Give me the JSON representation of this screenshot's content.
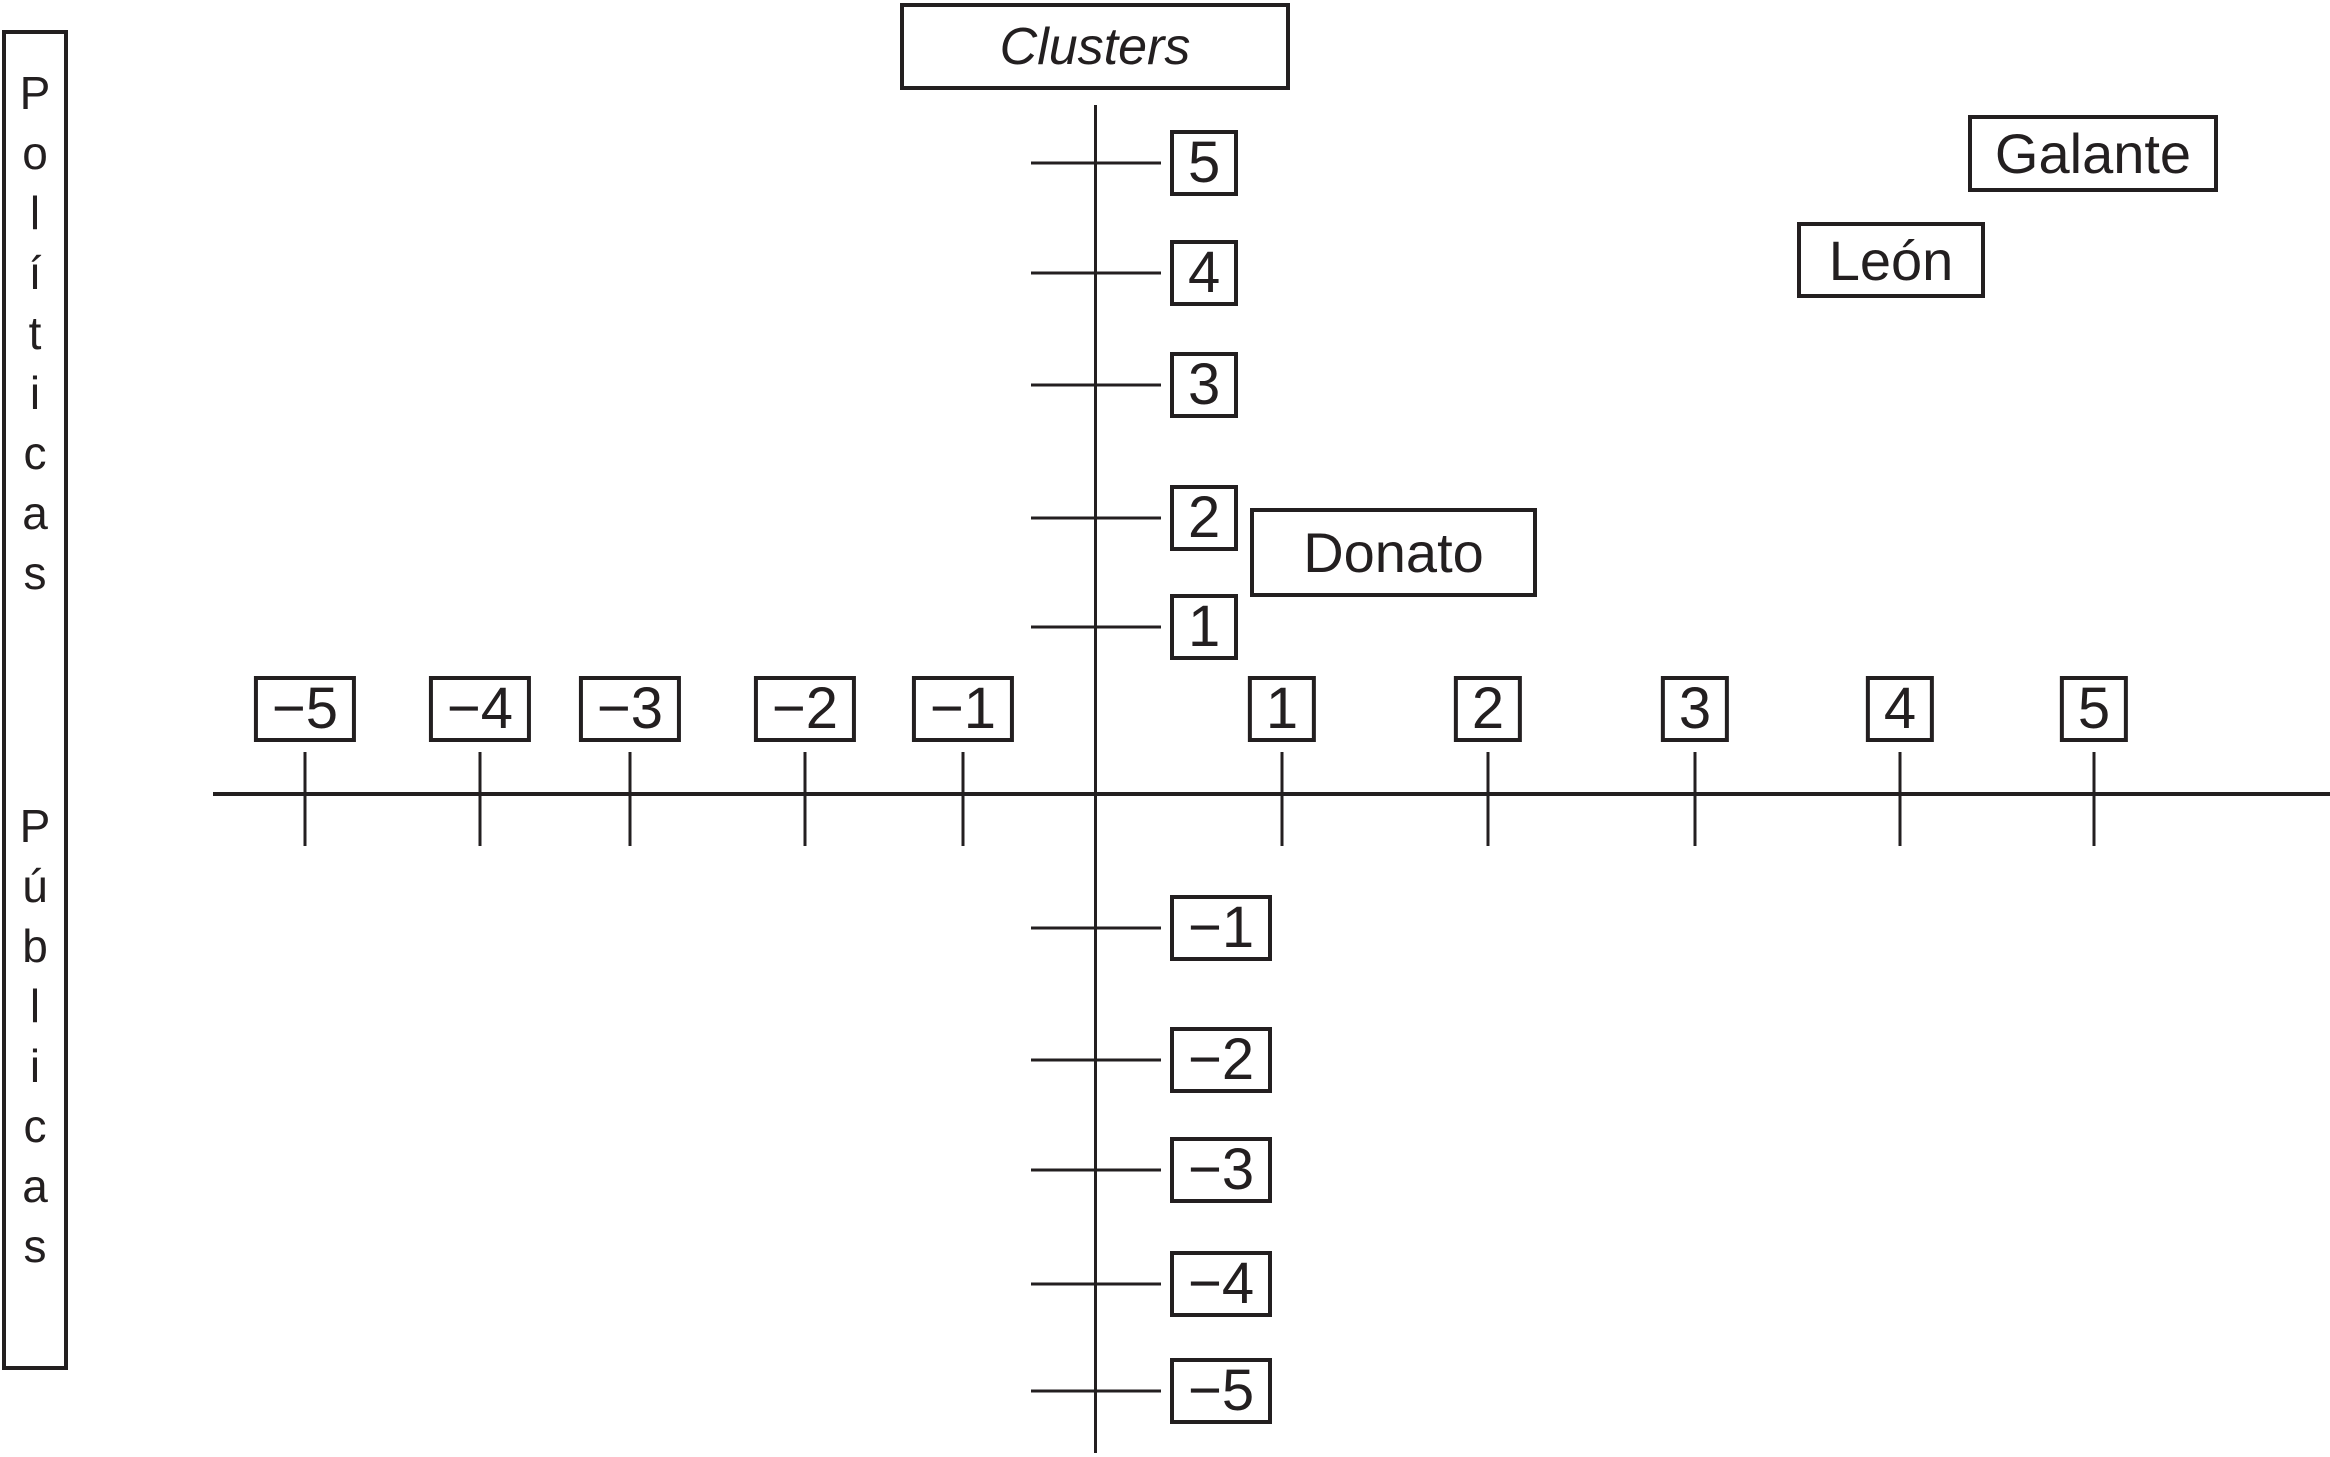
{
  "figure": {
    "title": "Clusters",
    "y_axis_word_top": "Políticas",
    "y_axis_word_bottom": "Públicas"
  },
  "axes": {
    "x": {
      "tick_labels": [
        "−5",
        "−4",
        "−3",
        "−2",
        "−1",
        "1",
        "2",
        "3",
        "4",
        "5"
      ]
    },
    "y": {
      "tick_labels": [
        "5",
        "4",
        "3",
        "2",
        "1",
        "−1",
        "−2",
        "−3",
        "−4",
        "−5"
      ]
    }
  },
  "clusters": [
    {
      "name": "Galante"
    },
    {
      "name": "León"
    },
    {
      "name": "Donato"
    }
  ],
  "colors": {
    "ink": "#231f20",
    "background": "#ffffff"
  },
  "chart_data": {
    "type": "scatter",
    "title": "Clusters",
    "xlabel": "",
    "ylabel": "Políticas Públicas",
    "xlim": [
      -5.5,
      6
    ],
    "ylim": [
      -5.5,
      5.5
    ],
    "x_ticks": [
      -5,
      -4,
      -3,
      -2,
      -1,
      1,
      2,
      3,
      4,
      5
    ],
    "y_ticks": [
      -5,
      -4,
      -3,
      -2,
      -1,
      1,
      2,
      3,
      4,
      5
    ],
    "grid": false,
    "legend_position": "none",
    "series": [
      {
        "name": "Clusters",
        "points": [
          {
            "label": "Galante",
            "x": 5,
            "y": 5
          },
          {
            "label": "León",
            "x": 4,
            "y": 4.1
          },
          {
            "label": "Donato",
            "x": 1.5,
            "y": 1.75
          }
        ]
      }
    ]
  }
}
